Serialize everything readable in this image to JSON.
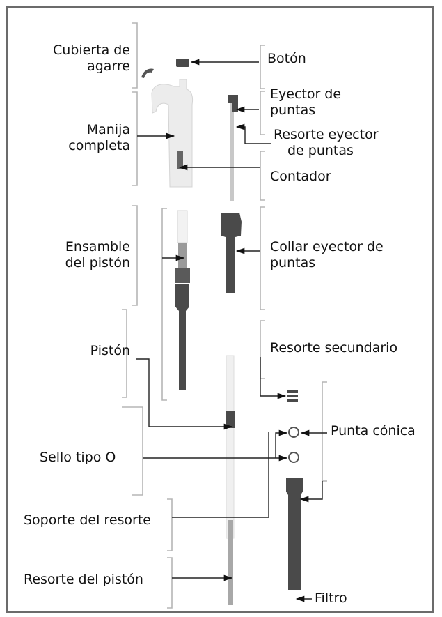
{
  "labels": {
    "cubierta": [
      "Cubierta de",
      "agarre"
    ],
    "boton": "Botón",
    "eyector": [
      "Eyector de",
      "puntas"
    ],
    "resorte_eyector": [
      "Resorte eyector",
      "de puntas"
    ],
    "manija": [
      "Manija",
      "completa"
    ],
    "contador": "Contador",
    "ensamble": [
      "Ensamble",
      "del pistón"
    ],
    "collar": [
      "Collar eyector de",
      "puntas"
    ],
    "piston": "Pistón",
    "resorte_secundario": "Resorte secundario",
    "punta_conica": "Punta cónica",
    "sello": "Sello tipo O",
    "soporte": "Soporte del resorte",
    "resorte_piston": "Resorte del pistón",
    "filtro": "Filtro"
  },
  "colors": {
    "frame": "#6b6b6b",
    "bracket": "#b0b0b0",
    "leader": "#222222",
    "part_dark": "#4a4a4a",
    "part_light": "#ececec"
  }
}
